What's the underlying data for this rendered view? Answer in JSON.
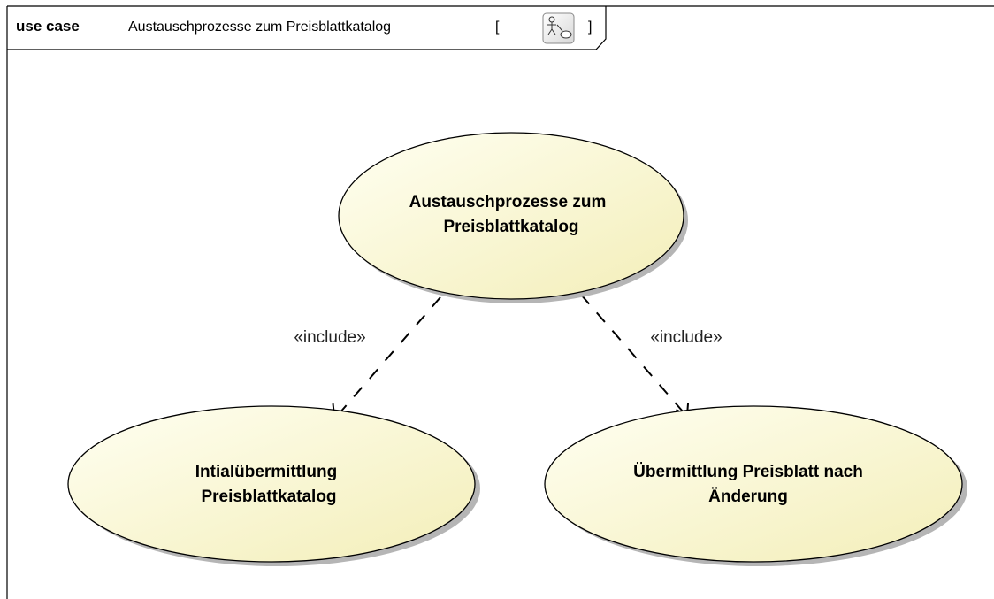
{
  "frame": {
    "keyword": "use case",
    "name": "Austauschprozesse zum Preisblattkatalog",
    "bracket_open": "[",
    "bracket_close": "]",
    "icon": "use-case-diagram-icon"
  },
  "colors": {
    "usecase_fill_light": "#fffff2",
    "usecase_fill_dark": "#f3eeb8",
    "usecase_stroke": "#000000",
    "shadow": "#b5b5b5"
  },
  "use_cases": {
    "main": {
      "line1": "Austauschprozesse zum",
      "line2": "Preisblattkatalog"
    },
    "left": {
      "line1": "Intialübermittlung",
      "line2": "Preisblattkatalog"
    },
    "right": {
      "line1": "Übermittlung Preisblatt nach",
      "line2": "Änderung"
    }
  },
  "relations": {
    "left_stereotype": "«include»",
    "right_stereotype": "«include»"
  }
}
